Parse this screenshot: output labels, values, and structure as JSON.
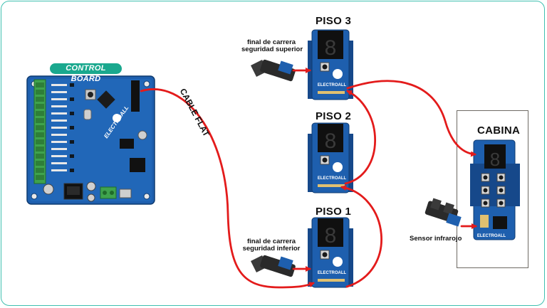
{
  "control_board": {
    "label": "CONTROL BOARD",
    "brand": "ELECTROALL"
  },
  "cable_label": "CABLE FLAT",
  "floors": [
    {
      "label": "PISO 3",
      "brand": "ELECTROALL"
    },
    {
      "label": "PISO 2",
      "brand": "ELECTROALL"
    },
    {
      "label": "PISO 1",
      "brand": "ELECTROALL"
    }
  ],
  "cabina": {
    "label": "CABINA",
    "brand": "ELECTROALL"
  },
  "limit_switches": {
    "top": [
      "final de carrera",
      "seguridad superior"
    ],
    "bottom": [
      "final de carrera",
      "seguridad inferior"
    ]
  },
  "sensor_label": "Sensor infrarojo",
  "colors": {
    "frame": "#40c0b0",
    "badge": "#1aa88e",
    "board": "#1e5fae",
    "board_dark": "#16488a",
    "wire": "#e31b1b",
    "cabina_border": "#6e6a64"
  }
}
